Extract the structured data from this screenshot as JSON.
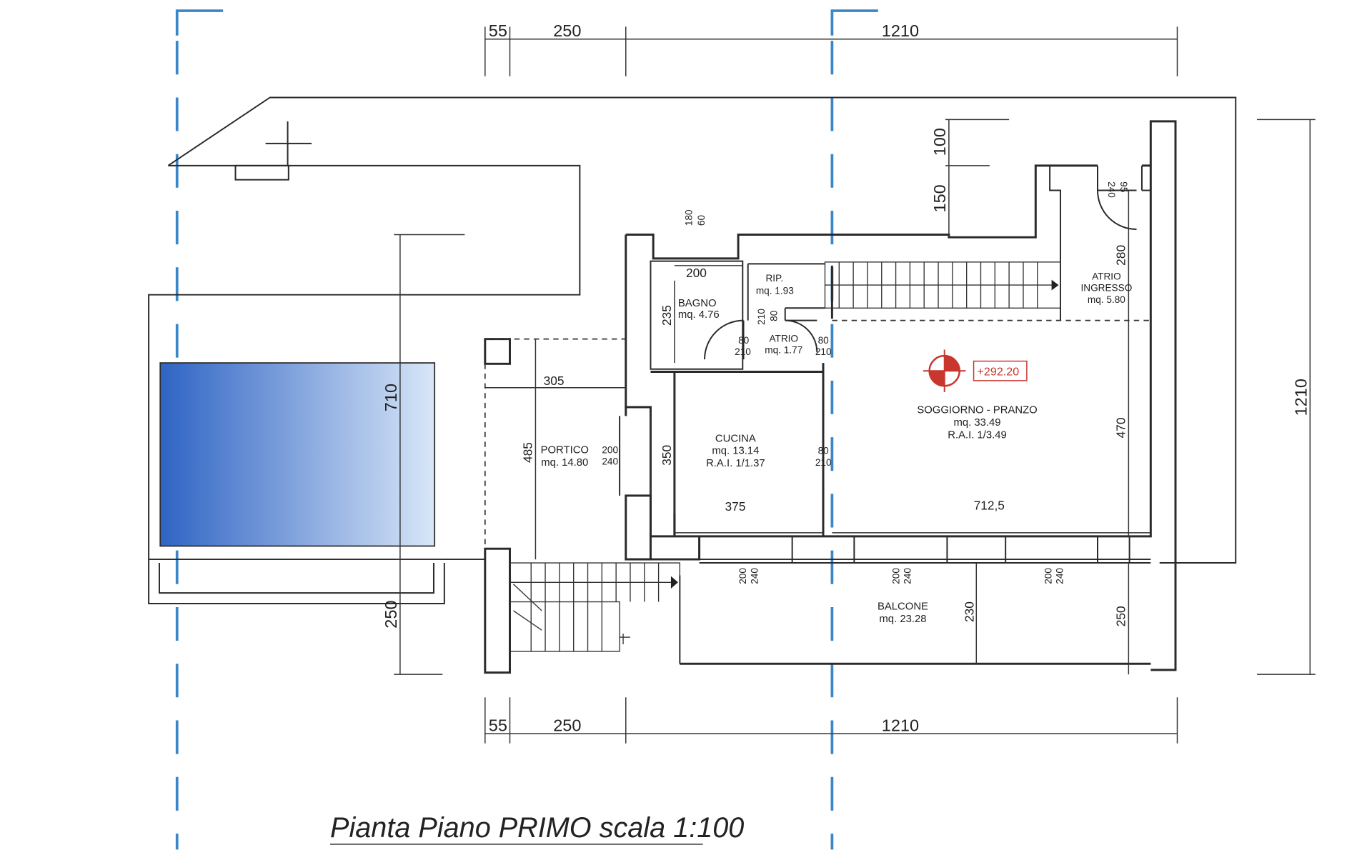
{
  "title": "Pianta Piano PRIMO scala 1:100",
  "elevation_marker": "+292.20",
  "dimensions": {
    "top_55": "55",
    "top_250": "250",
    "top_1210": "1210",
    "bottom_55": "55",
    "bottom_250": "250",
    "bottom_1210": "1210",
    "right_1210": "1210",
    "left_710": "710",
    "left_250": "250",
    "d_100": "100",
    "d_150": "150",
    "d_280": "280",
    "d_200_bagno": "200",
    "d_235": "235",
    "d_305": "305",
    "d_485": "485",
    "d_350": "350",
    "d_375": "375",
    "d_712": "712,5",
    "d_470": "470",
    "d_230": "230",
    "d_250_balc": "250"
  },
  "openings": {
    "w_180": "180",
    "w_60": "60",
    "rip_210": "210",
    "rip_80": "80",
    "d1_80": "80",
    "d1_210": "210",
    "d2_80": "80",
    "d2_210": "210",
    "d3_80": "80",
    "d3_210": "210",
    "portico_200": "200",
    "portico_240": "240",
    "atrio_240": "240",
    "atrio_95": "95",
    "b1_200": "200",
    "b1_240": "240",
    "b2_200": "200",
    "b2_240": "240",
    "b3_200": "200",
    "b3_240": "240"
  },
  "rooms": {
    "bagno": {
      "name": "BAGNO",
      "area": "mq. 4.76"
    },
    "rip": {
      "name": "RIP.",
      "area": "mq. 1.93"
    },
    "atrio": {
      "name": "ATRIO",
      "area": "mq. 1.77"
    },
    "atrio_ingresso": {
      "name1": "ATRIO",
      "name2": "INGRESSO",
      "area": "mq. 5.80"
    },
    "soggiorno": {
      "name": "SOGGIORNO - PRANZO",
      "area": "mq. 33.49",
      "rai": "R.A.I. 1/3.49"
    },
    "cucina": {
      "name": "CUCINA",
      "area": "mq. 13.14",
      "rai": "R.A.I. 1/1.37"
    },
    "portico": {
      "name": "PORTICO",
      "area": "mq. 14.80"
    },
    "balcone": {
      "name": "BALCONE",
      "area": "mq. 23.28"
    }
  },
  "colors": {
    "axis": "#3a86c8",
    "pool_light": "#c9dcf3",
    "pool_dark": "#2f64c4",
    "marker": "#c8362e"
  }
}
